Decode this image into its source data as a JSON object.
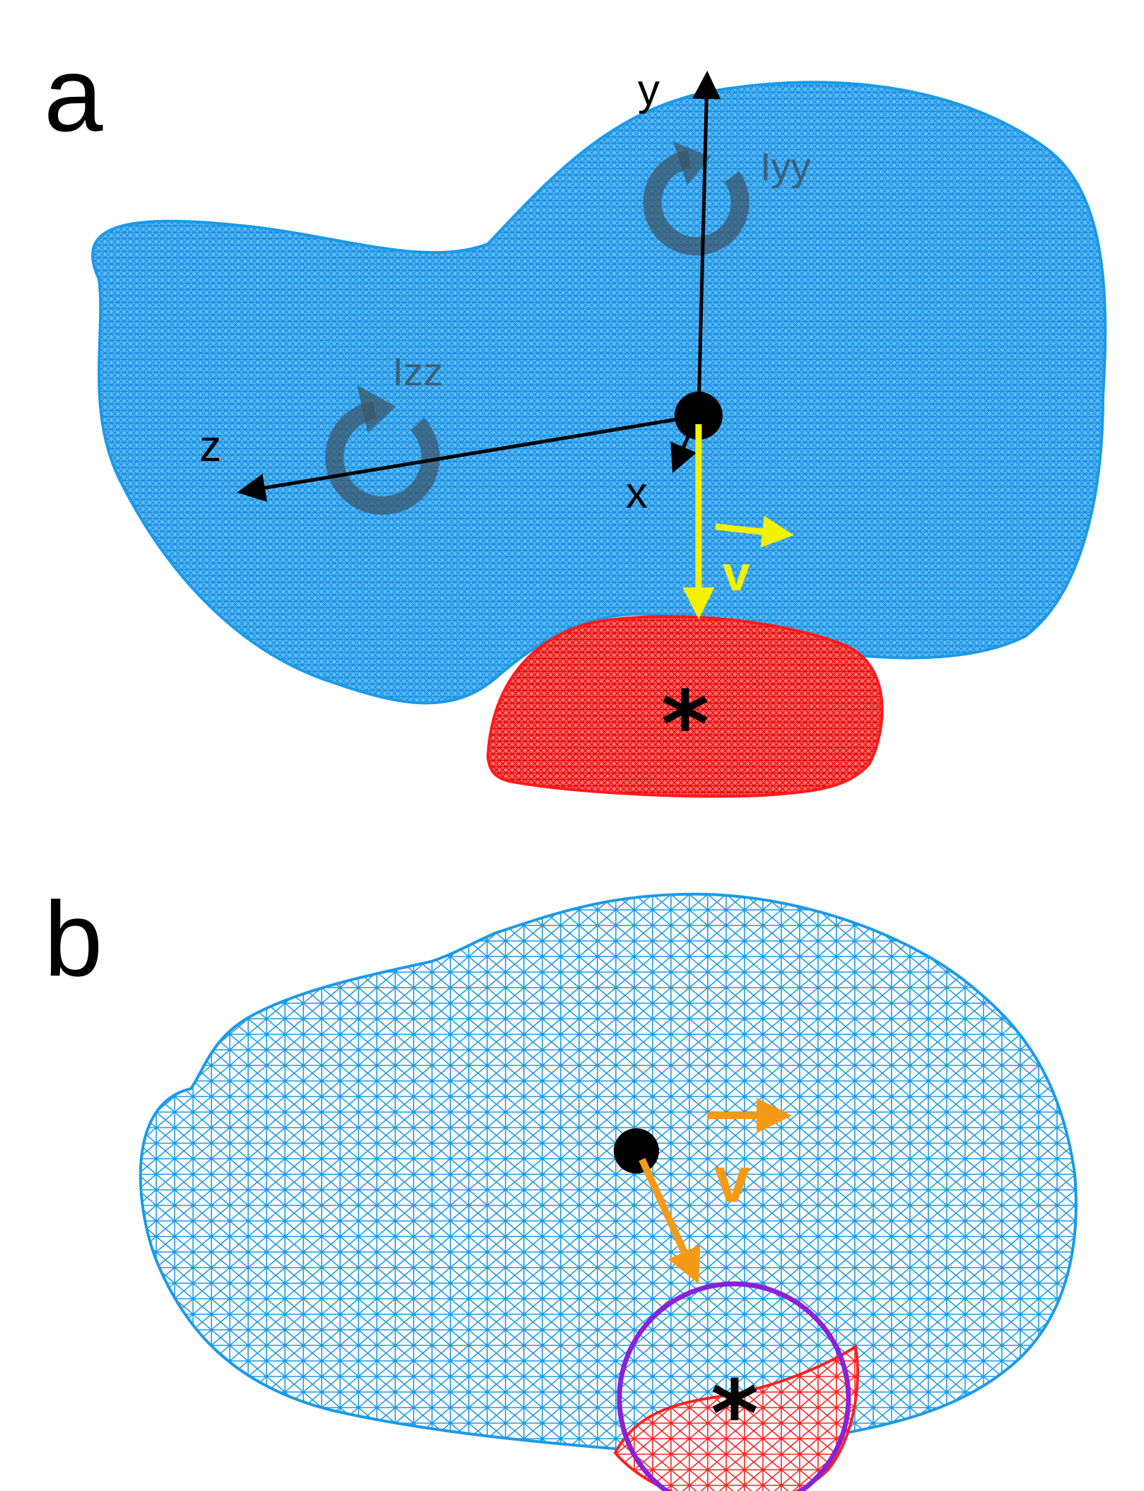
{
  "panels": {
    "a": {
      "label": "a",
      "axes": {
        "x": "x",
        "y": "y",
        "z": "z"
      },
      "moments": {
        "yy": "Iyy",
        "zz": "Izz"
      },
      "velocity_label": "v",
      "contact_marker": "*"
    },
    "b": {
      "label": "b",
      "velocity_label": "v",
      "contact_marker": "*"
    }
  },
  "colors": {
    "body_mesh": "#1a9ae8",
    "contact_mesh": "#ff1a1a",
    "velocity_a": "#f2f200",
    "velocity_b": "#f59a16",
    "contact_circle": "#8a22d8",
    "moment_arrows": "#3b5566"
  }
}
